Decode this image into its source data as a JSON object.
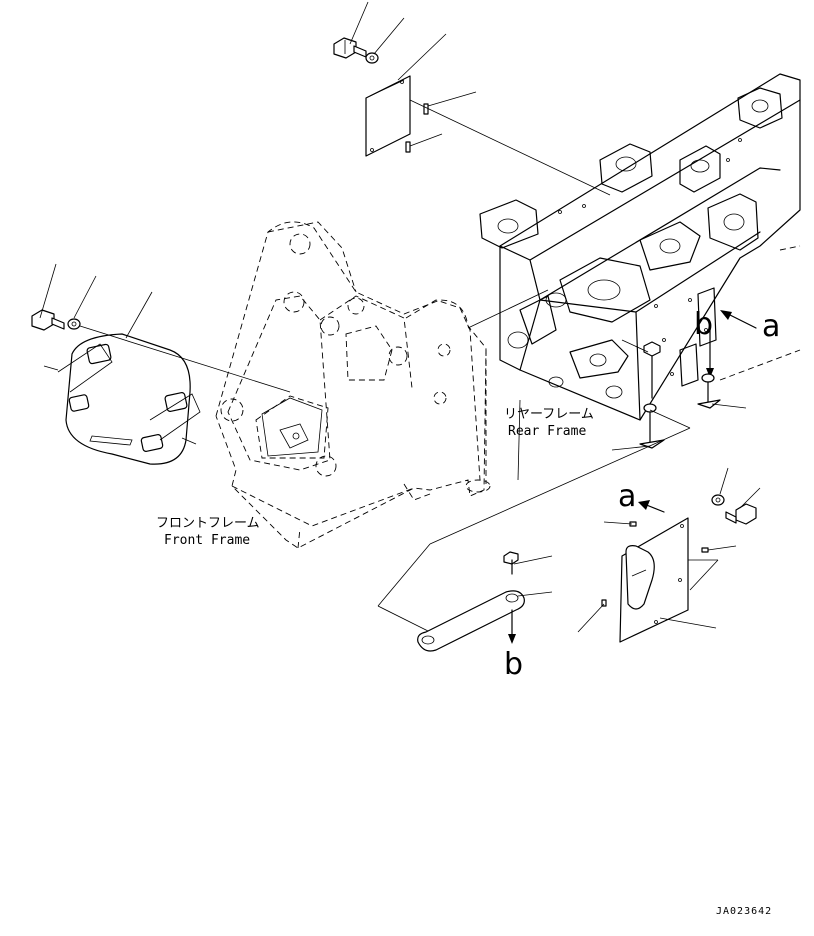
{
  "labels": {
    "front_frame_jp": "フロントフレーム",
    "front_frame_en": "Front Frame",
    "rear_frame_jp": "リヤーフレーム",
    "rear_frame_en": "Rear Frame",
    "ref_a": "a",
    "ref_b": "b",
    "drawing_number": "JA023642"
  }
}
